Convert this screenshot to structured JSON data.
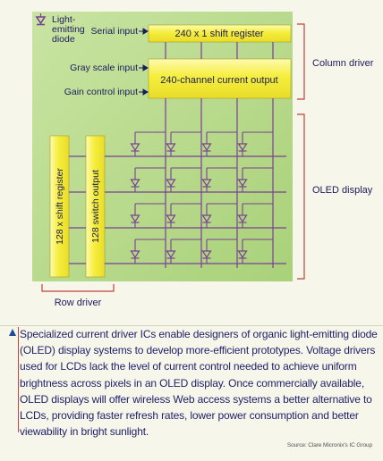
{
  "legend": {
    "label_line1": "Light-",
    "label_line2": "emitting",
    "label_line3": "diode"
  },
  "inputs": {
    "serial": "Serial input",
    "gray": "Gray scale input",
    "gain": "Gain control input"
  },
  "blocks": {
    "shift_register": "240  x 1 shift register",
    "current_output": "240-channel current output",
    "row_shift": "128  x shift register",
    "row_switch": "128 switch output"
  },
  "side_labels": {
    "column_driver": "Column driver",
    "oled_display": "OLED display",
    "row_driver": "Row driver"
  },
  "caption": "Specialized current driver ICs enable designers of organic light-emitting diode (OLED) display systems to develop more-efficient prototypes. Voltage drivers used for LCDs lack the level of current control needed to achieve uniform brightness across pixels in an OLED display. Once commercially available, OLED displays will offer wireless Web access systems a better alternative to LCDs, providing faster refresh rates, lower power consumption and better viewability in bright sunlight.",
  "source": "Source: Clare Micronix's IC Group",
  "colors": {
    "panel_green": "#b7d98a",
    "block_yellow": "#f2ec4a",
    "line_purple": "#7b3f96",
    "bracket_red": "#c2423a",
    "text_navy": "#1b1b5c"
  }
}
